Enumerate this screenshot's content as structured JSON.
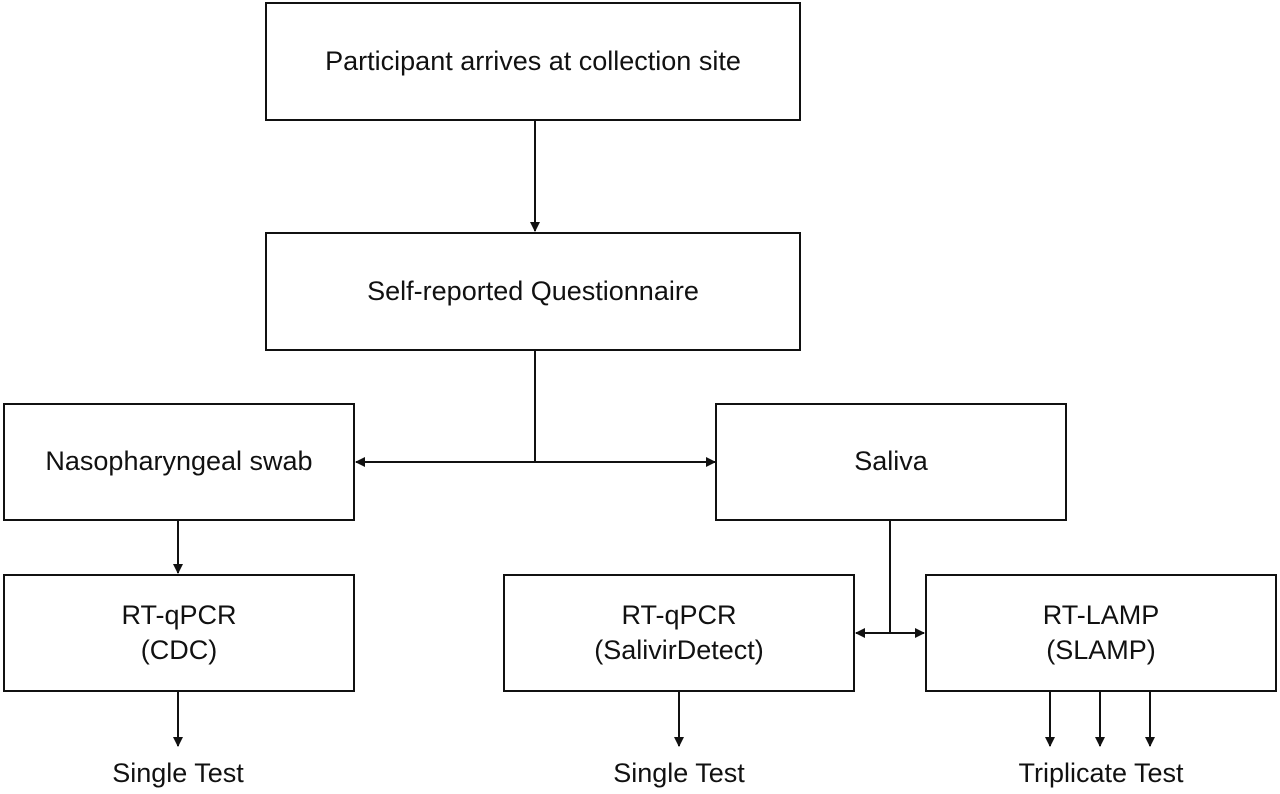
{
  "nodes": {
    "arrival": {
      "label": "Participant arrives at collection site"
    },
    "questionnaire": {
      "label": "Self-reported Questionnaire"
    },
    "np_swab": {
      "label": "Nasopharyngeal swab"
    },
    "saliva": {
      "label": "Saliva"
    },
    "rtqpcr_cdc": {
      "line1": "RT-qPCR",
      "line2": "(CDC)"
    },
    "rtqpcr_salivir": {
      "line1": "RT-qPCR",
      "line2": "(SalivirDetect)"
    },
    "rtlamp": {
      "line1": "RT-LAMP",
      "line2": "(SLAMP)"
    }
  },
  "outcomes": {
    "cdc_test": "Single Test",
    "salivir_test": "Single Test",
    "lamp_test": "Triplicate Test"
  },
  "colors": {
    "stroke": "#111111",
    "background": "#ffffff"
  }
}
